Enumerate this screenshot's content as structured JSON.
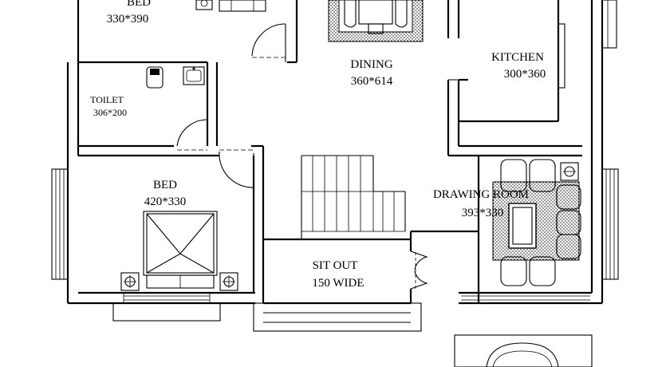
{
  "rooms": {
    "bed_top": {
      "name": "BED",
      "size": "330*390"
    },
    "dining": {
      "name": "DINING",
      "size": "360*614"
    },
    "kitchen": {
      "name": "KITCHEN",
      "size": "300*360"
    },
    "toilet": {
      "name": "TOILET",
      "size": "306*200"
    },
    "bed_bottom": {
      "name": "BED",
      "size": "420*330"
    },
    "drawing_room": {
      "name": "DRAWING ROOM",
      "size": "393*330"
    },
    "sit_out": {
      "name": "SIT OUT",
      "size": "150 WIDE"
    }
  },
  "colors": {
    "line": "#000000",
    "background": "#ffffff"
  }
}
